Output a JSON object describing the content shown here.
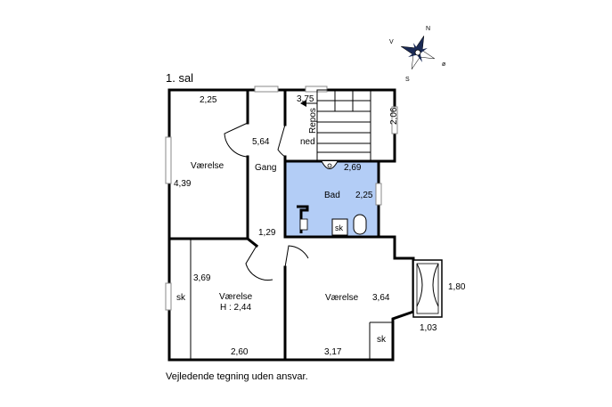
{
  "plan": {
    "title": "1. sal",
    "disclaimer": "Vejledende tegning uden ansvar."
  },
  "compass": {
    "n": "N",
    "v": "V",
    "o": "ø",
    "s": "S"
  },
  "rooms": {
    "vaerelse_top_left": "Værelse",
    "gang": "Gang",
    "bad": "Bad",
    "repos": "Repos",
    "ned": "ned",
    "vaerelse_bottom_left": "Værelse",
    "vaerelse_bottom_left_height": "H : 2,44",
    "vaerelse_right": "Værelse",
    "sk_left": "sk",
    "sk_right": "sk",
    "sk_bath": "sk"
  },
  "dimensions": {
    "d_2_25_top": "2,25",
    "d_3_75": "3,75",
    "d_2_06": "2,06",
    "d_5_64": "5,64",
    "d_4_39": "4,39",
    "d_2_69": "2,69",
    "d_2_25_bad": "2,25",
    "d_1_29": "1,29",
    "d_3_69": "3,69",
    "d_2_60": "2,60",
    "d_3_64": "3,64",
    "d_3_17": "3,17",
    "d_1_80": "1,80",
    "d_1_03": "1,03"
  },
  "colors": {
    "bathroom_fill": "#b3cdf6",
    "wall": "#000000"
  }
}
